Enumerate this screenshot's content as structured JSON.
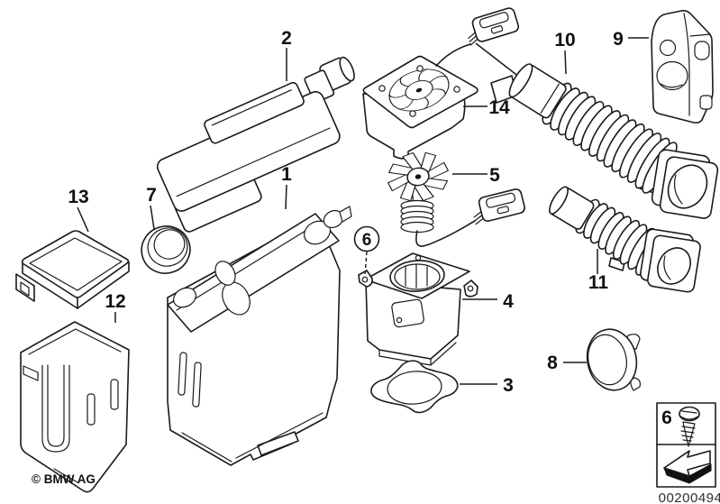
{
  "callouts": {
    "c1": "1",
    "c2": "2",
    "c3": "3",
    "c4": "4",
    "c5": "5",
    "c6": "6",
    "c7": "7",
    "c8": "8",
    "c9": "9",
    "c10": "10",
    "c11": "11",
    "c12": "12",
    "c13": "13",
    "c14": "14"
  },
  "circled_callout": "6",
  "legend": {
    "item_number": "6",
    "icons": [
      "screw-icon",
      "direction-arrow-icon"
    ]
  },
  "footer": {
    "copyright": "© BMW AG",
    "image_number": "00200494"
  },
  "colors": {
    "line": "#1a1a1a",
    "background": "#ffffff"
  }
}
